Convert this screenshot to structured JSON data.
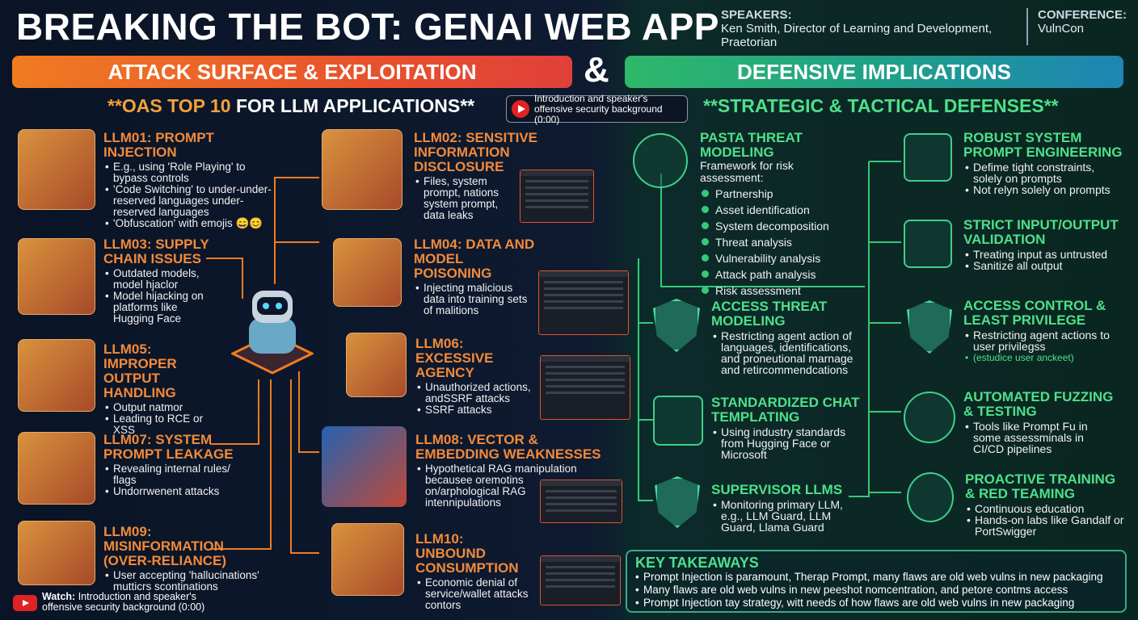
{
  "title": "BREAKING THE BOT: GENAI WEB APP",
  "speakers": {
    "heading": "SPEAKERS:",
    "text": "Ken Smith, Director of Learning and Development, Praetorian"
  },
  "conference": {
    "heading": "CONFERENCE:",
    "text": "VulnCon"
  },
  "banner_left": "ATTACK SURFACE & EXPLOITATION",
  "ampersand": "&",
  "banner_right": "DEFENSIVE IMPLICATIONS",
  "sub_left": {
    "prefix": "**OAS TOP 10",
    "suffix": " FOR LLM APPLICATIONS**"
  },
  "sub_right": "**STRATEGIC & TACTICAL DEFENSES**",
  "video_chip": "Introduction and speaker's offensive security background (0:00)",
  "left_cards": [
    {
      "title": "LLM01: PROMPT INJECTION",
      "items": [
        "E.g., using 'Role Playing' to bypass controls",
        "'Code Switching' to under-under-reserved languages under-reserved languages",
        "'Obfuscation' with emojis 😄😊"
      ]
    },
    {
      "title": "LLM03: SUPPLY CHAIN ISSUES",
      "items": [
        "Outdated models, model hjaclor",
        "Model hijacking on platforms like Hugging Face"
      ]
    },
    {
      "title": "LLM05: IMPROPER OUTPUT HANDLING",
      "items": [
        "Output natmor",
        "Leading to RCE or XSS"
      ]
    },
    {
      "title": "LLM07: SYSTEM PROMPT LEAKAGE",
      "items": [
        "Revealing internal rules/ flags",
        "Undorrwenent attacks"
      ]
    },
    {
      "title": "LLM09: MISINFORMATION (OVER-RELIANCE)",
      "items": [
        "User accepting 'hallucinations' mutticrs scontinations"
      ]
    }
  ],
  "mid_cards": [
    {
      "title": "LLM02: SENSITIVE INFORMATION DISCLOSURE",
      "items": [
        "Files, system prompt, nations system prompt, data leaks"
      ]
    },
    {
      "title": "LLM04: DATA AND MODEL POISONING",
      "items": [
        "Injecting malicious data into training sets of malitions"
      ]
    },
    {
      "title": "LLM06: EXCESSIVE AGENCY",
      "items": [
        "Unauthorized actions, andSSRF attacks",
        "SSRF attacks"
      ]
    },
    {
      "title": "LLM08: VECTOR & EMBEDDING WEAKNESSES",
      "items": [
        "Hypothetical RAG manipulation becausee oremotins on/arphological RAG intennipulations"
      ]
    },
    {
      "title": "LLM10: UNBOUND CONSUMPTION",
      "items": [
        "Economic denial of service/wallet attacks contors"
      ]
    }
  ],
  "pasta": {
    "title": "PASTA THREAT MODELING",
    "sub": "Framework for risk assessment:",
    "items": [
      "Partnership",
      "Asset identification",
      "System decomposition",
      "Threat analysis",
      "Vulnerability analysis",
      "Attack path analysis",
      "Risk assessment"
    ]
  },
  "right_cards_a": [
    {
      "title": "ACCESS THREAT MODELING",
      "items": [
        "Restricting agent action of languages, identifications, and proneutional marnage and retircommendcations"
      ]
    },
    {
      "title": "STANDARDIZED CHAT TEMPLATING",
      "items": [
        "Using industry standards from Hugging Face or Microsoft"
      ]
    },
    {
      "title": "SUPERVISOR LLMS",
      "items": [
        "Monitoring primary LLM, e.g., LLM Guard, LLM Guard, Llama Guard"
      ]
    }
  ],
  "right_cards_b": [
    {
      "title": "ROBUST SYSTEM PROMPT ENGINEERING",
      "items": [
        "Defime tight constraints, solely on prompts",
        "Not relyn solely on prompts"
      ]
    },
    {
      "title": "STRICT INPUT/OUTPUT VALIDATION",
      "items": [
        "Treating input as untrusted",
        "Sanitize all output"
      ]
    },
    {
      "title": "ACCESS CONTROL & LEAST PRIVILEGE",
      "items": [
        "Restricting agent actions to user privilegss"
      ],
      "note": "(estudice user anckeet)"
    },
    {
      "title": "AUTOMATED FUZZING & TESTING",
      "items": [
        "Tools like Prompt Fu in some assessminals in CI/CD pipelines"
      ]
    },
    {
      "title": "PROACTIVE TRAINING & RED TEAMING",
      "items": [
        "Continuous education",
        "Hands-on labs like Gandalf or PortSwigger"
      ]
    }
  ],
  "takeaways": {
    "title": "KEY TAKEAWAYS",
    "items": [
      "Prompt Injection is paramount, Therap Prompt, many flaws are old web vulns in new packaging",
      "Many flaws are old web vulns in new peeshot nomcentration, and petore contms access",
      "Prompt Injection tay strategy, witt needs of how flaws are old web vulns in new packaging"
    ]
  },
  "watch": {
    "label": "Watch:",
    "text": "Introduction and speaker's offensive security background (0:00)"
  },
  "colors": {
    "orange": "#f28a3a",
    "green": "#4ee08a",
    "red": "#e02222"
  }
}
